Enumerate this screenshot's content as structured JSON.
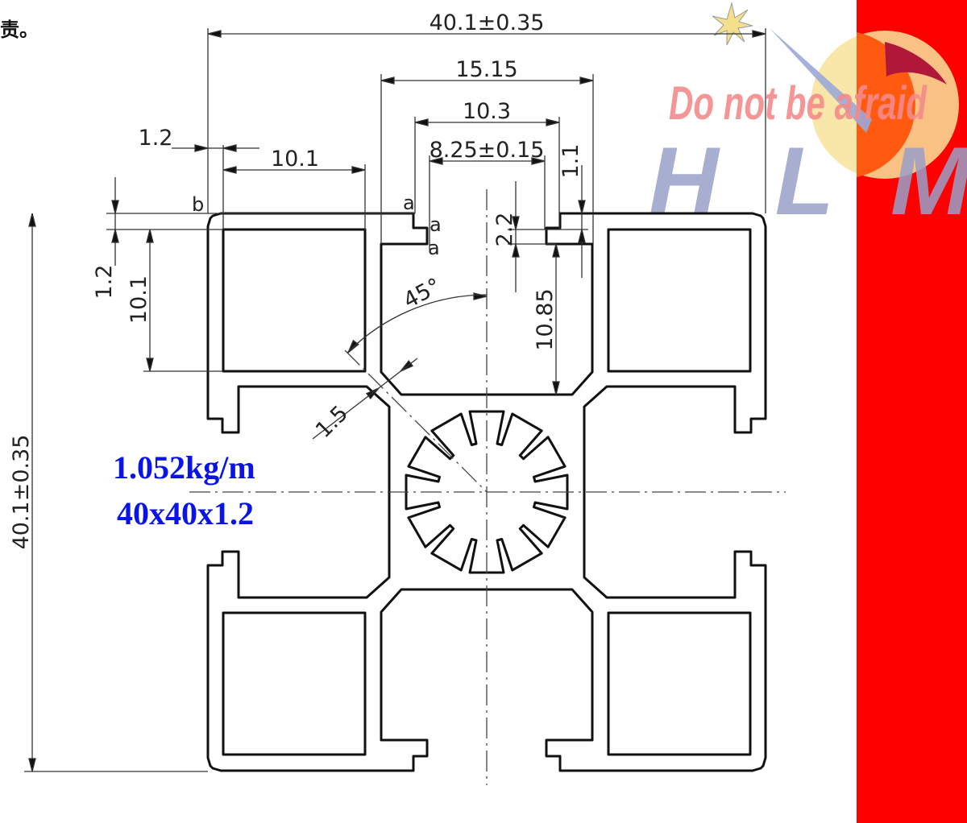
{
  "header_fragment": "责。",
  "dimensions": {
    "overall_width": "40.1±0.35",
    "overall_height": "40.1±0.35",
    "slot_outer": "15.15",
    "slot_mid": "10.3",
    "slot_opening": "8.25±0.15",
    "wall_thickness_top": "1.2",
    "hole_width": "10.1",
    "lip_thickness": "1.1",
    "slot_lip_depth": "2.2",
    "slot_depth": "10.85",
    "wall_thickness_left": "1.2",
    "hole_height": "10.1",
    "angle": "45°",
    "web_thickness": "1.5"
  },
  "markers": {
    "a1": "a",
    "a2": "a",
    "a3": "a",
    "b": "b"
  },
  "spec": {
    "weight": "1.052kg/m",
    "size": "40x40x1.2"
  },
  "watermark": {
    "slogan": "Do not be afraid",
    "brand": "HLM"
  },
  "colors": {
    "side_band": "#ff0000",
    "spec_text": "#0a14e6",
    "slogan": "#f58a8a",
    "brand_letters": "#9aa0c8"
  }
}
